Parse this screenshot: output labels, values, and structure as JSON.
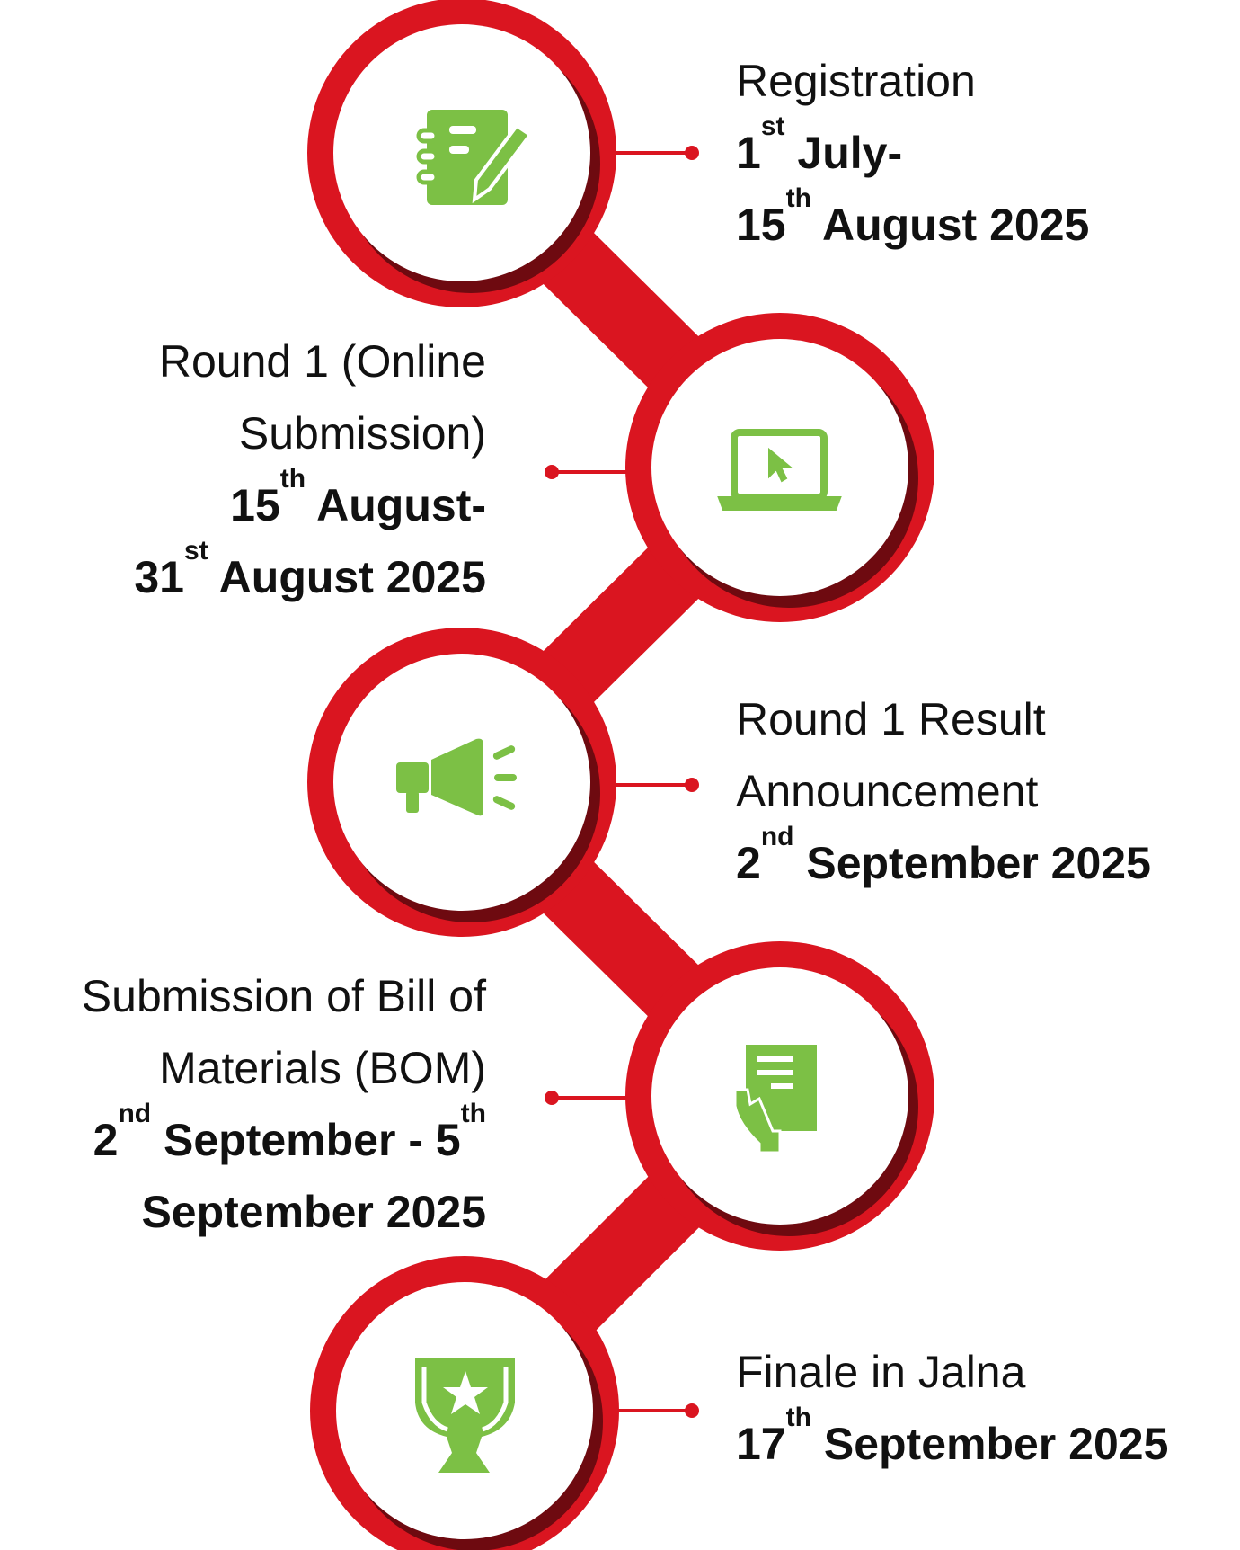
{
  "colors": {
    "ring": "#da1520",
    "shadow": "#6e0a10",
    "icon": "#7cc045"
  },
  "steps": [
    {
      "title": "Registration",
      "date_lines": [
        [
          "1",
          "st",
          " July-"
        ],
        [
          "15",
          "th",
          " August 2025"
        ]
      ],
      "icon": "notebook-pencil-icon"
    },
    {
      "title_lines": [
        "Round 1 (Online",
        "Submission)"
      ],
      "date_lines": [
        [
          "15",
          "th",
          " August-"
        ],
        [
          "31",
          "st",
          " August 2025"
        ]
      ],
      "icon": "laptop-cursor-icon"
    },
    {
      "title_lines": [
        "Round 1 Result",
        "Announcement"
      ],
      "date_lines": [
        [
          "2",
          "nd",
          " September 2025"
        ]
      ],
      "icon": "megaphone-icon"
    },
    {
      "title_lines": [
        "Submission of Bill of",
        "Materials (BOM)"
      ],
      "date_lines": [
        [
          "2",
          "nd",
          " September - 5",
          "th"
        ],
        [
          "September 2025"
        ]
      ],
      "icon": "hand-document-icon"
    },
    {
      "title": "Finale in Jalna",
      "date_lines": [
        [
          "17",
          "th",
          " September 2025"
        ]
      ],
      "icon": "trophy-icon"
    }
  ]
}
